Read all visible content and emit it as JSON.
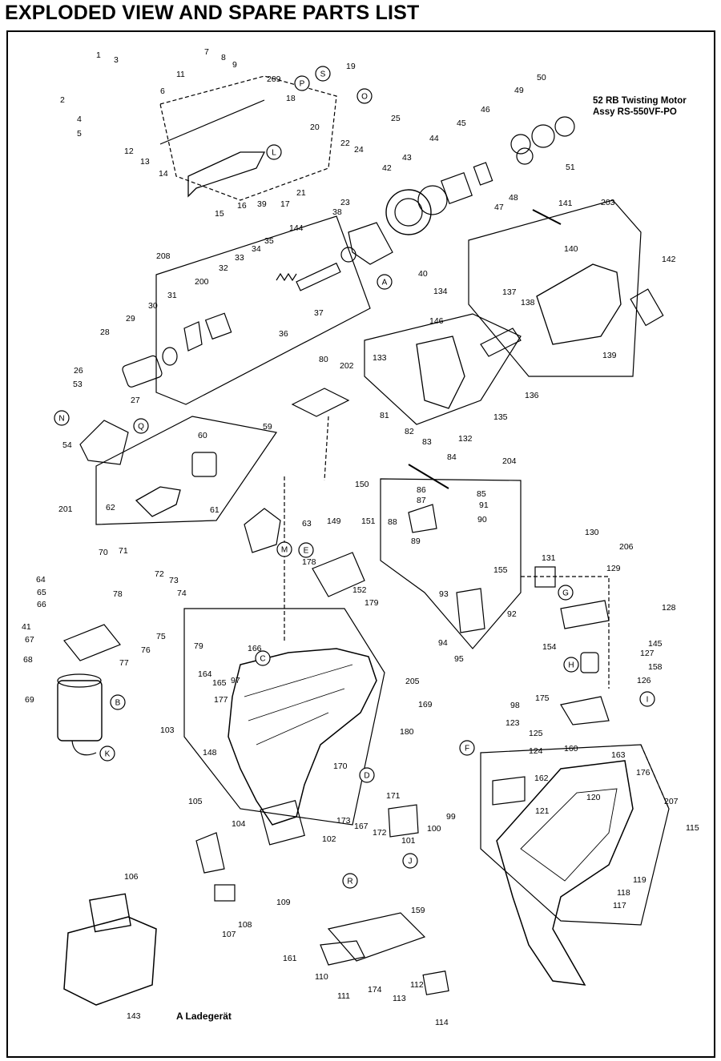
{
  "page": {
    "title": "EXPLODED VIEW AND SPARE PARTS LIST",
    "motor_note_line1": "52 RB Twisting Motor",
    "motor_note_line2": "Assy RS-550VF-PO",
    "footer_note": "A Ladegerät"
  },
  "labels": [
    "1",
    "2",
    "3",
    "4",
    "5",
    "6",
    "7",
    "8",
    "9",
    "11",
    "12",
    "13",
    "14",
    "15",
    "16",
    "17",
    "18",
    "19",
    "20",
    "21",
    "22",
    "23",
    "24",
    "25",
    "26",
    "27",
    "28",
    "29",
    "30",
    "31",
    "32",
    "33",
    "34",
    "35",
    "36",
    "37",
    "38",
    "39",
    "40",
    "41",
    "42",
    "43",
    "44",
    "45",
    "46",
    "47",
    "48",
    "49",
    "50",
    "51",
    "53",
    "54",
    "59",
    "60",
    "61",
    "62",
    "63",
    "64",
    "65",
    "66",
    "67",
    "68",
    "69",
    "70",
    "71",
    "72",
    "73",
    "74",
    "75",
    "76",
    "77",
    "78",
    "79",
    "80",
    "81",
    "82",
    "83",
    "84",
    "85",
    "86",
    "87",
    "88",
    "89",
    "90",
    "91",
    "92",
    "93",
    "94",
    "95",
    "97",
    "98",
    "99",
    "100",
    "101",
    "102",
    "103",
    "104",
    "105",
    "106",
    "107",
    "108",
    "109",
    "110",
    "111",
    "112",
    "113",
    "114",
    "115",
    "117",
    "118",
    "119",
    "120",
    "121",
    "123",
    "124",
    "125",
    "126",
    "127",
    "128",
    "129",
    "130",
    "131",
    "132",
    "133",
    "134",
    "135",
    "136",
    "137",
    "138",
    "139",
    "140",
    "141",
    "142",
    "143",
    "144",
    "145",
    "146",
    "148",
    "149",
    "150",
    "151",
    "152",
    "154",
    "155",
    "158",
    "159",
    "160",
    "161",
    "162",
    "163",
    "164",
    "165",
    "166",
    "167",
    "169",
    "170",
    "171",
    "172",
    "173",
    "174",
    "175",
    "176",
    "177",
    "178",
    "179",
    "180",
    "200",
    "201",
    "202",
    "203",
    "204",
    "205",
    "206",
    "207",
    "208",
    "209"
  ],
  "connector_letters": [
    "A",
    "B",
    "C",
    "D",
    "E",
    "F",
    "G",
    "H",
    "I",
    "J",
    "K",
    "L",
    "M",
    "N",
    "O",
    "P",
    "Q",
    "R",
    "S"
  ]
}
